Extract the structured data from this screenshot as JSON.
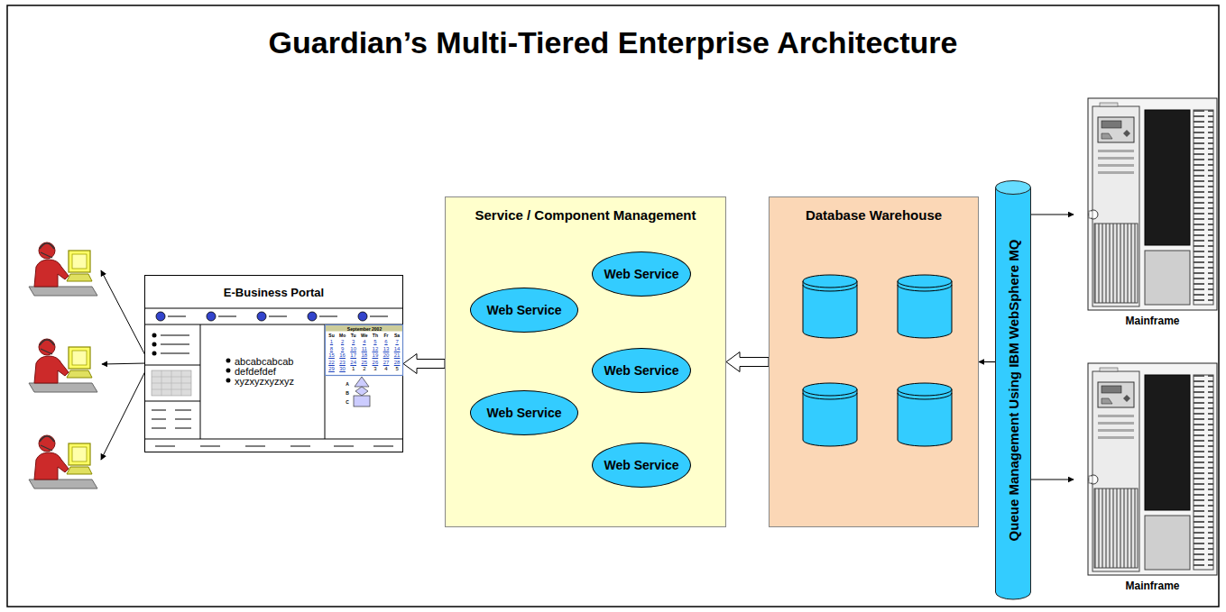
{
  "diagram": {
    "title": "Guardian’s Multi-Tiered Enterprise Architecture",
    "nodes": [
      {
        "text": [
          "E-Business Portal"
        ]
      },
      {
        "text": [
          "Service / Component Management"
        ]
      },
      {
        "text": [
          "Web Service"
        ],
        "in": 1
      },
      {
        "text": [
          "Web Service"
        ],
        "in": 1
      },
      {
        "text": [
          "Web Service"
        ],
        "in": 1
      },
      {
        "text": [
          "Web Service"
        ],
        "in": 1
      },
      {
        "text": [
          "Web Service"
        ],
        "in": 1
      },
      {
        "text": [
          "Database Warehouse"
        ]
      },
      {
        "text": [
          "Queue Management Using IBM WebSphere MQ"
        ]
      },
      {
        "text": [
          "Mainframe"
        ]
      },
      {
        "text": [
          "Mainframe"
        ]
      }
    ],
    "edges": [
      {
        "from": 1,
        "to": 0,
        "arrow": "to"
      },
      {
        "from": 7,
        "to": 1,
        "arrow": "to"
      },
      {
        "from": 8,
        "to": 7,
        "arrow": "to"
      },
      {
        "from": 8,
        "to": 9,
        "arrow": "to"
      },
      {
        "from": 8,
        "to": 10,
        "arrow": "to"
      }
    ],
    "labels": [
      "abcabcabcab",
      "defdefdef",
      "xyzxyzxyzxyz",
      "September 2002",
      "Su",
      "Mo",
      "Tu",
      "We",
      "Th",
      "Fr",
      "Sa",
      "1",
      "2",
      "3",
      "4",
      "5",
      "6",
      "7",
      "8",
      "9",
      "10",
      "11",
      "12",
      "13",
      "14",
      "15",
      "16",
      "17",
      "18",
      "19",
      "20",
      "21",
      "22",
      "23",
      "24",
      "25",
      "26",
      "27",
      "28",
      "29",
      "30",
      "1",
      "2",
      "3",
      "4",
      "5",
      "A",
      "B",
      "C"
    ]
  }
}
